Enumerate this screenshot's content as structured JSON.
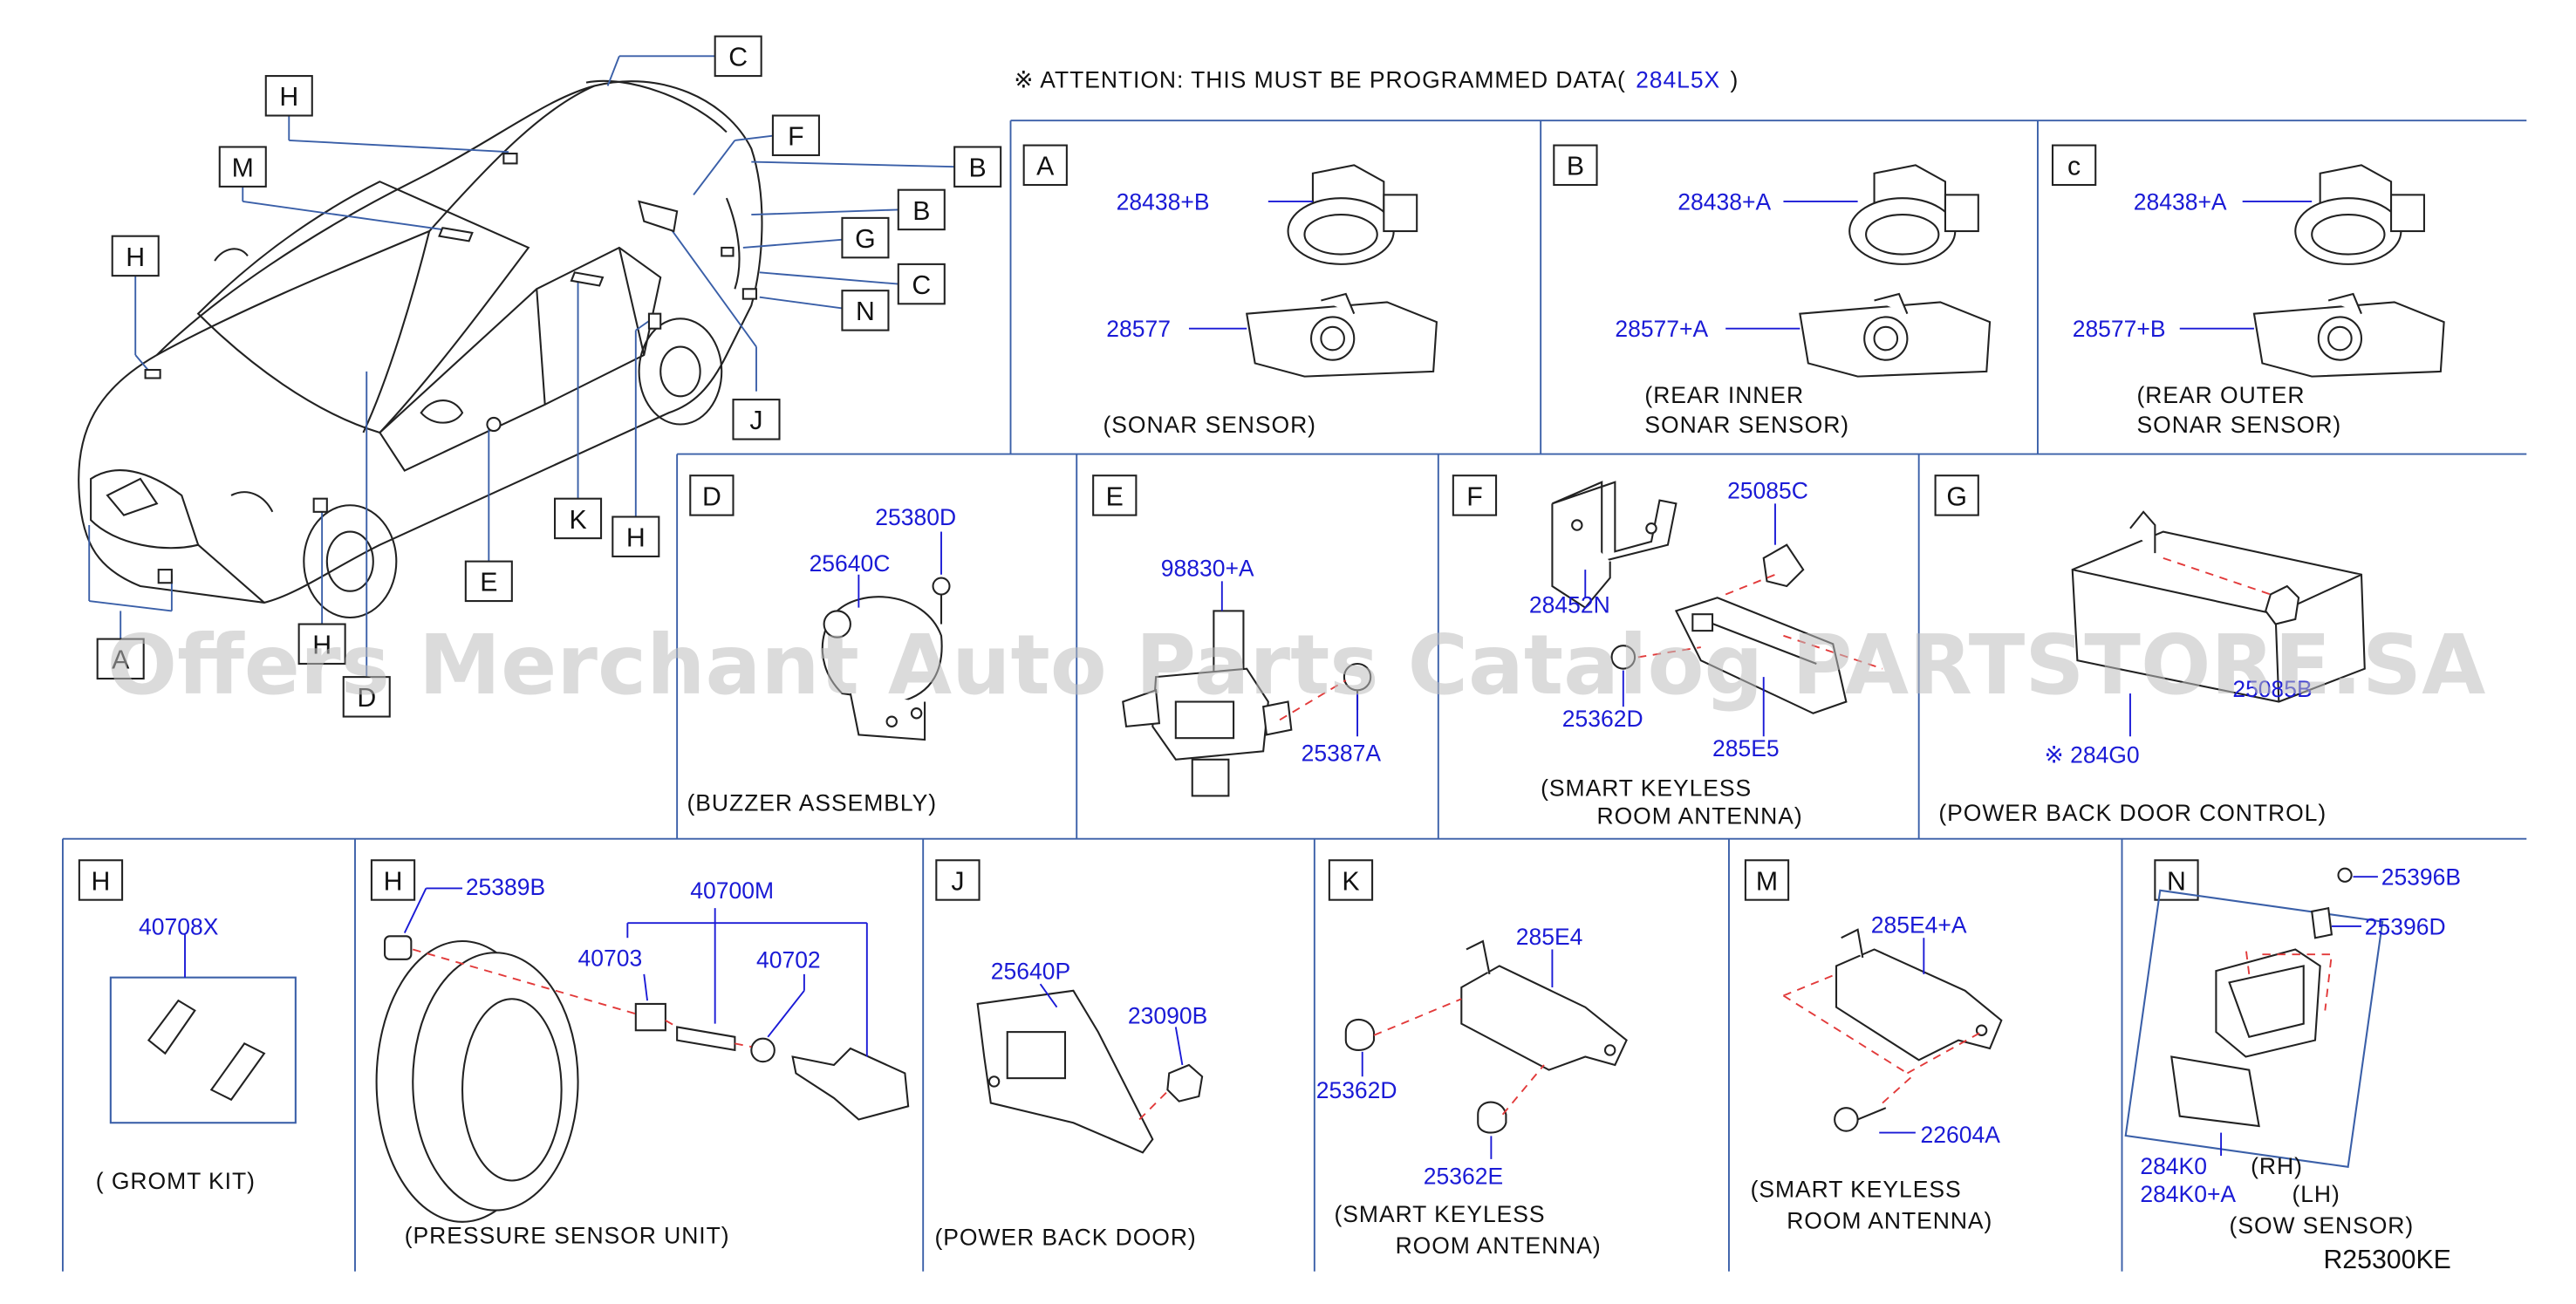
{
  "attention": {
    "prefix": "※ ATTENTION:  THIS  MUST  BE  PROGRAMMED  DATA(",
    "code": "284L5X",
    "suffix": ")"
  },
  "watermark": "Offers Merchant Auto Parts Catalog PARTSTORE.SA",
  "diagram_code": "R25300KE",
  "car_callouts": [
    "C",
    "H",
    "M",
    "H",
    "F",
    "B",
    "B",
    "G",
    "C",
    "N",
    "J",
    "K",
    "H",
    "E",
    "H",
    "A",
    "D"
  ],
  "panels": {
    "A": {
      "letter": "A",
      "parts": [
        "28438+B",
        "28577"
      ],
      "caption": "(SONAR   SENSOR)"
    },
    "B": {
      "letter": "B",
      "parts": [
        "28438+A",
        "28577+A"
      ],
      "caption1": "(REAR   INNER",
      "caption2": "SONAR   SENSOR)"
    },
    "C": {
      "letter": "c",
      "parts": [
        "28438+A",
        "28577+B"
      ],
      "caption1": "(REAR   OUTER",
      "caption2": "SONAR   SENSOR)"
    },
    "D": {
      "letter": "D",
      "parts": [
        "25380D",
        "25640C"
      ],
      "caption": "(BUZZER   ASSEMBLY)"
    },
    "E": {
      "letter": "E",
      "parts": [
        "98830+A",
        "25387A"
      ]
    },
    "F": {
      "letter": "F",
      "parts": [
        "25085C",
        "28452N",
        "25362D",
        "285E5"
      ],
      "caption1": "(SMART   KEYLESS",
      "caption2": "ROOM   ANTENNA)"
    },
    "G": {
      "letter": "G",
      "parts": [
        "25085B",
        "※ 284G0"
      ],
      "caption": "(POWER   BACK   DOOR   CONTROL)"
    },
    "H1": {
      "letter": "H",
      "parts": [
        "40708X"
      ],
      "caption": "( GROMT   KIT)"
    },
    "H2": {
      "letter": "H",
      "parts": [
        "25389B",
        "40700M",
        "40703",
        "40702"
      ],
      "caption": "(PRESSURE   SENSOR   UNIT)"
    },
    "J": {
      "letter": "J",
      "parts": [
        "25640P",
        "23090B"
      ],
      "caption": "(POWER   BACK   DOOR)"
    },
    "K": {
      "letter": "K",
      "parts": [
        "285E4",
        "25362D",
        "25362E"
      ],
      "caption1": "(SMART   KEYLESS",
      "caption2": "ROOM   ANTENNA)"
    },
    "M": {
      "letter": "M",
      "parts": [
        "285E4+A",
        "22604A"
      ],
      "caption1": "(SMART   KEYLESS",
      "caption2": "ROOM   ANTENNA)"
    },
    "N": {
      "letter": "N",
      "parts": [
        "25396B",
        "25396D",
        "284K0",
        "284K0+A"
      ],
      "side1": "(RH)",
      "side2": "(LH)",
      "caption": "(SOW   SENSOR)"
    }
  }
}
